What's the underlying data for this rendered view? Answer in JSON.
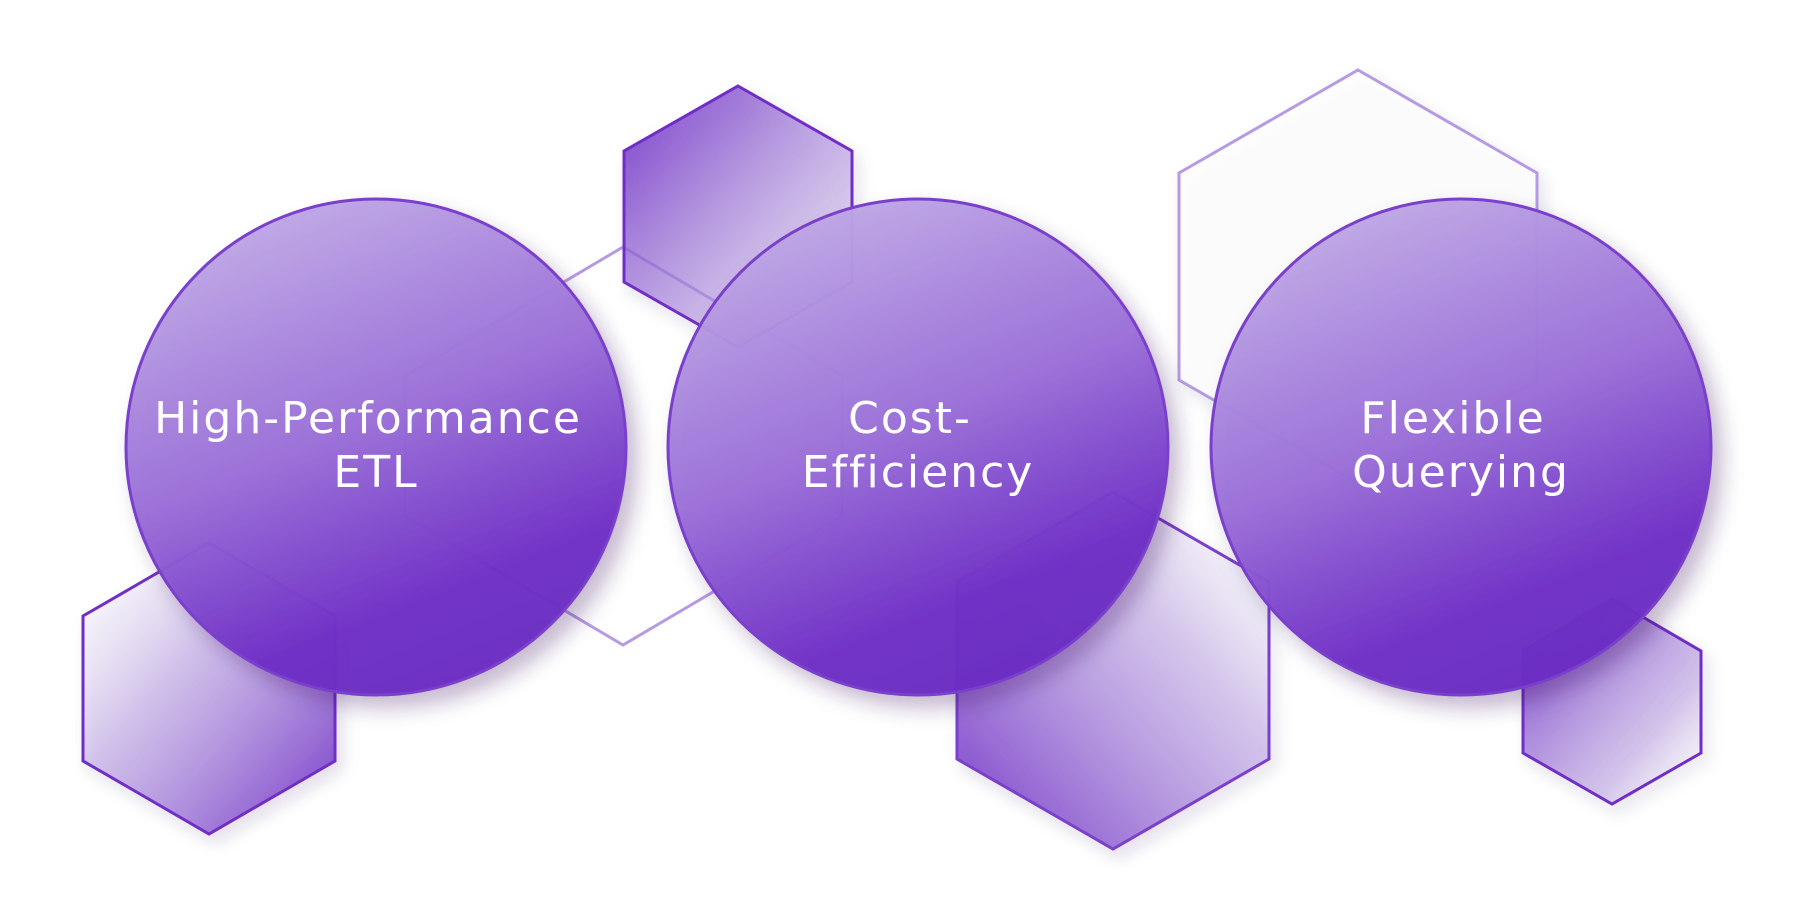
{
  "colors": {
    "primary": "#6f2fc6",
    "primary_light": "#b9a0e2",
    "stroke": "#7a3fcc",
    "outline_light": "#c9b3ec",
    "text": "#ffffff",
    "background": "#ffffff"
  },
  "circles": [
    {
      "id": "high-performance-etl",
      "lines": [
        "High-Performance",
        "ETL"
      ]
    },
    {
      "id": "cost-efficiency",
      "lines": [
        "Cost-",
        "Efficiency"
      ]
    },
    {
      "id": "flexible-querying",
      "lines": [
        "Flexible",
        "Querying"
      ]
    }
  ]
}
